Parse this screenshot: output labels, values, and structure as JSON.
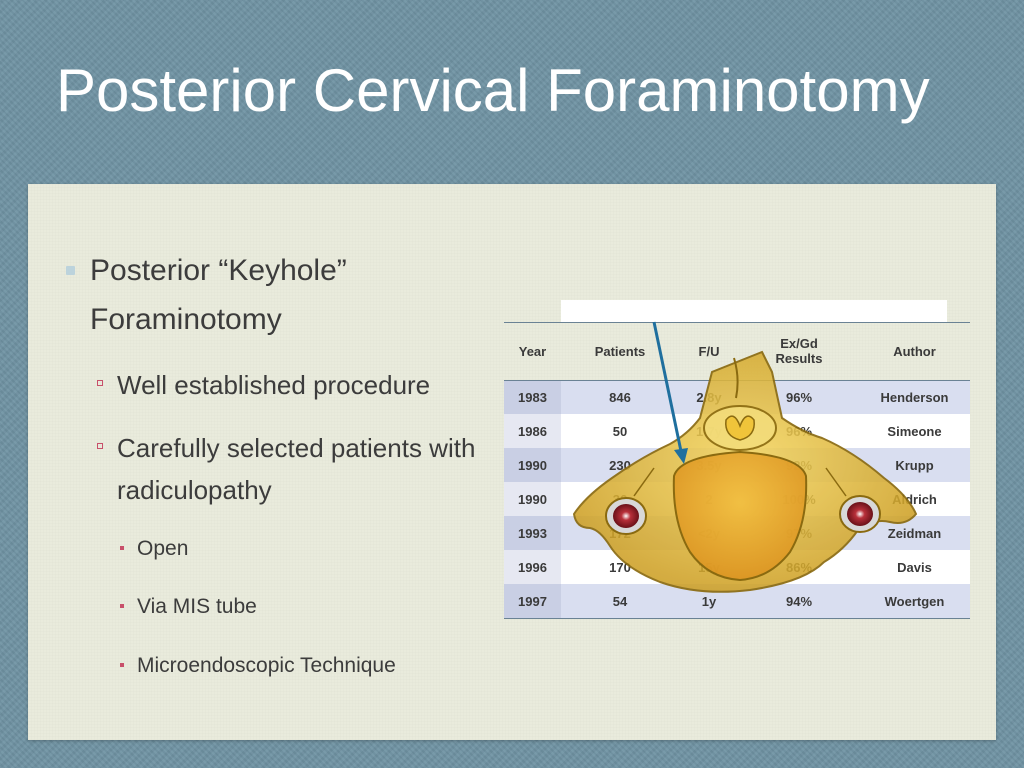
{
  "slide": {
    "title": "Posterior Cervical Foraminotomy",
    "bullets": {
      "level1": "Posterior  “Keyhole” Foraminotomy",
      "level2": [
        "Well established procedure",
        "Carefully selected patients with radiculopathy"
      ],
      "level3": [
        "Open",
        "Via MIS tube",
        "Microendoscopic Technique"
      ]
    }
  },
  "table": {
    "headers": [
      "Year",
      "Patients",
      "F/U",
      "Ex/Gd Results",
      "Author"
    ],
    "rows": [
      [
        "1983",
        "846",
        "2.8y",
        "96%",
        "Henderson"
      ],
      [
        "1986",
        "50",
        "1-7y",
        "96%",
        "Simeone"
      ],
      [
        "1990",
        "230",
        "3.5y",
        "92%",
        "Krupp"
      ],
      [
        "1990",
        "36",
        "2",
        "100%",
        "Aldrich"
      ],
      [
        "1993",
        "172",
        "<2y",
        "97%",
        "Zeidman"
      ],
      [
        "1996",
        "170",
        "15y",
        "86%",
        "Davis"
      ],
      [
        "1997",
        "54",
        "1y",
        "94%",
        "Woertgen"
      ]
    ]
  },
  "illustration": {
    "icon": "cervical-vertebra-illustration",
    "arrow_color": "#1f6f9e",
    "bone_color": "#e9c23a",
    "canal_color": "#e2a52b",
    "foramen_color": "#8a1a22"
  },
  "colors": {
    "background": "#6f93a3",
    "panel": "#e9ebdc",
    "title_text": "#ffffff",
    "body_text": "#3c3c3c",
    "sub_bullet": "#c8506a"
  }
}
